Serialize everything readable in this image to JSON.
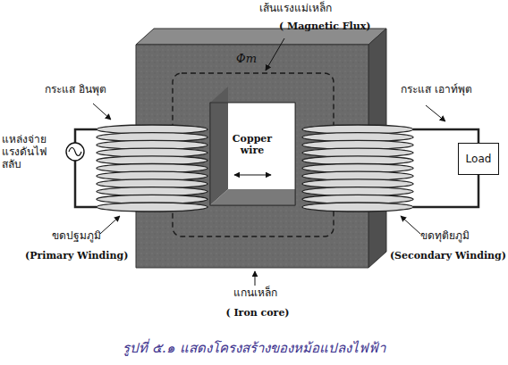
{
  "diagram": {
    "caption": "รูปที่ ๕.๑ แสดงโครงสร้างของหม้อแปลงไฟฟ้า",
    "nodes": [
      {
        "text": [
          "Load"
        ]
      }
    ],
    "labels": [
      "เส้นแรงแม่เหล็ก",
      "( Magnetic Flux)",
      "Φm",
      "กระแส อินพุต",
      "กระแส เอาท์พุต",
      "แหล่งจ่าย แรงดันไฟสลับ",
      "Copper wire",
      "ขดปฐมภูมิ",
      "(Primary Winding)",
      "ขดทุติยภูมิ",
      "(Secondary Winding)",
      "แกนเหล็ก",
      "( Iron core)"
    ]
  }
}
